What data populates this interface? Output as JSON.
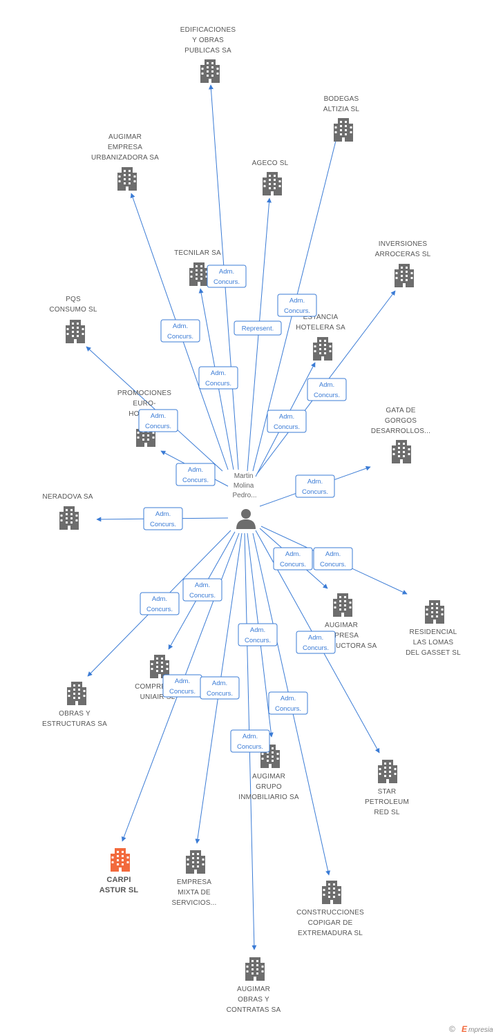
{
  "colors": {
    "edge": "#3a7bd5",
    "building": "#6d6d6d",
    "building_highlight": "#f26a3d",
    "label": "#555555",
    "brand": "#f26a3d"
  },
  "person": {
    "label_lines": [
      "Martin",
      "Molina",
      "Pedro..."
    ],
    "icon": "person-icon"
  },
  "companies": [
    {
      "id": "edificaciones",
      "label_lines": [
        "EDIFICACIONES",
        "Y OBRAS",
        "PUBLICAS SA"
      ],
      "icon": "building-icon"
    },
    {
      "id": "bodegas",
      "label_lines": [
        "BODEGAS",
        "ALTIZIA SL"
      ],
      "icon": "building-icon"
    },
    {
      "id": "augimar-urbanizadora",
      "label_lines": [
        "AUGIMAR",
        "EMPRESA",
        "URBANIZADORA SA"
      ],
      "icon": "building-icon"
    },
    {
      "id": "ageco",
      "label_lines": [
        "AGECO SL"
      ],
      "icon": "building-icon"
    },
    {
      "id": "tecnilar",
      "label_lines": [
        "TECNILAR SA"
      ],
      "icon": "building-icon"
    },
    {
      "id": "inversiones",
      "label_lines": [
        "INVERSIONES",
        "ARROCERAS SL"
      ],
      "icon": "building-icon"
    },
    {
      "id": "pqs",
      "label_lines": [
        "PQS",
        "CONSUMO SL"
      ],
      "icon": "building-icon"
    },
    {
      "id": "estancia",
      "label_lines": [
        "ESTANCIA",
        "HOTELERA SA"
      ],
      "icon": "building-icon"
    },
    {
      "id": "promociones",
      "label_lines": [
        "PROMOCIONES",
        "EURO-",
        "HOUSE..."
      ],
      "icon": "building-icon"
    },
    {
      "id": "gata",
      "label_lines": [
        "GATA DE",
        "GORGOS",
        "DESARROLLOS..."
      ],
      "icon": "building-icon"
    },
    {
      "id": "neradova",
      "label_lines": [
        "NERADOVA SA"
      ],
      "icon": "building-icon"
    },
    {
      "id": "augimar-constructora",
      "label_lines": [
        "AUGIMAR",
        "EMPRESA",
        "CONSTRUCTORA SA"
      ],
      "icon": "building-icon"
    },
    {
      "id": "residencial",
      "label_lines": [
        "RESIDENCIAL",
        "LAS LOMAS",
        "DEL GASSET SL"
      ],
      "icon": "building-icon"
    },
    {
      "id": "compre",
      "label_lines": [
        "COMPRESAS",
        "UNIAIR SL"
      ],
      "icon": "building-icon"
    },
    {
      "id": "obras",
      "label_lines": [
        "OBRAS Y",
        "ESTRUCTURAS SA"
      ],
      "icon": "building-icon"
    },
    {
      "id": "augimar-grupo",
      "label_lines": [
        "AUGIMAR",
        "GRUPO",
        "INMOBILIARIO SA"
      ],
      "icon": "building-icon"
    },
    {
      "id": "star",
      "label_lines": [
        "STAR",
        "PETROLEUM",
        "RED SL"
      ],
      "icon": "building-icon"
    },
    {
      "id": "carpi",
      "label_lines": [
        "CARPI",
        "ASTUR SL"
      ],
      "icon": "building-icon",
      "highlight": true
    },
    {
      "id": "empresa-mixta",
      "label_lines": [
        "EMPRESA",
        "MIXTA DE",
        "SERVICIOS..."
      ],
      "icon": "building-icon"
    },
    {
      "id": "construcciones",
      "label_lines": [
        "CONSTRUCCIONES",
        "COPIGAR DE",
        "EXTREMADURA SL"
      ],
      "icon": "building-icon"
    },
    {
      "id": "augimar-obras",
      "label_lines": [
        "AUGIMAR",
        "OBRAS Y",
        "CONTRATAS SA"
      ],
      "icon": "building-icon"
    }
  ],
  "relations": [
    {
      "target": "edificaciones",
      "label_lines": [
        "Adm.",
        "Concurs."
      ]
    },
    {
      "target": "bodegas",
      "label_lines": [
        "Adm.",
        "Concurs."
      ]
    },
    {
      "target": "augimar-urbanizadora",
      "label_lines": [
        "Adm.",
        "Concurs."
      ]
    },
    {
      "target": "ageco",
      "label_lines": [
        "Represent."
      ]
    },
    {
      "target": "tecnilar",
      "label_lines": [
        "Adm.",
        "Concurs."
      ]
    },
    {
      "target": "inversiones",
      "label_lines": [
        "Adm.",
        "Concurs."
      ]
    },
    {
      "target": "pqs",
      "label_lines": [
        "Adm.",
        "Concurs."
      ]
    },
    {
      "target": "estancia",
      "label_lines": [
        "Adm.",
        "Concurs."
      ]
    },
    {
      "target": "promociones",
      "label_lines": [
        "Adm.",
        "Concurs."
      ]
    },
    {
      "target": "gata",
      "label_lines": [
        "Adm.",
        "Concurs."
      ]
    },
    {
      "target": "neradova",
      "label_lines": [
        "Adm.",
        "Concurs."
      ]
    },
    {
      "target": "augimar-constructora",
      "label_lines": [
        "Adm.",
        "Concurs."
      ]
    },
    {
      "target": "residencial",
      "label_lines": [
        "Adm.",
        "Concurs."
      ]
    },
    {
      "target": "compre",
      "label_lines": [
        "Adm.",
        "Concurs."
      ]
    },
    {
      "target": "obras",
      "label_lines": [
        "Adm.",
        "Concurs."
      ]
    },
    {
      "target": "augimar-grupo",
      "label_lines": [
        "Adm.",
        "Concurs."
      ]
    },
    {
      "target": "star",
      "label_lines": [
        "Adm.",
        "Concurs."
      ]
    },
    {
      "target": "carpi",
      "label_lines": [
        "Adm.",
        "Concurs."
      ]
    },
    {
      "target": "empresa-mixta",
      "label_lines": [
        "Adm.",
        "Concurs."
      ]
    },
    {
      "target": "construcciones",
      "label_lines": [
        "Adm.",
        "Concurs."
      ]
    },
    {
      "target": "augimar-obras",
      "label_lines": [
        "Adm.",
        "Concurs."
      ]
    }
  ],
  "footer": {
    "copyright": "©",
    "brand_initial": "E",
    "brand_rest": "mpresia"
  }
}
